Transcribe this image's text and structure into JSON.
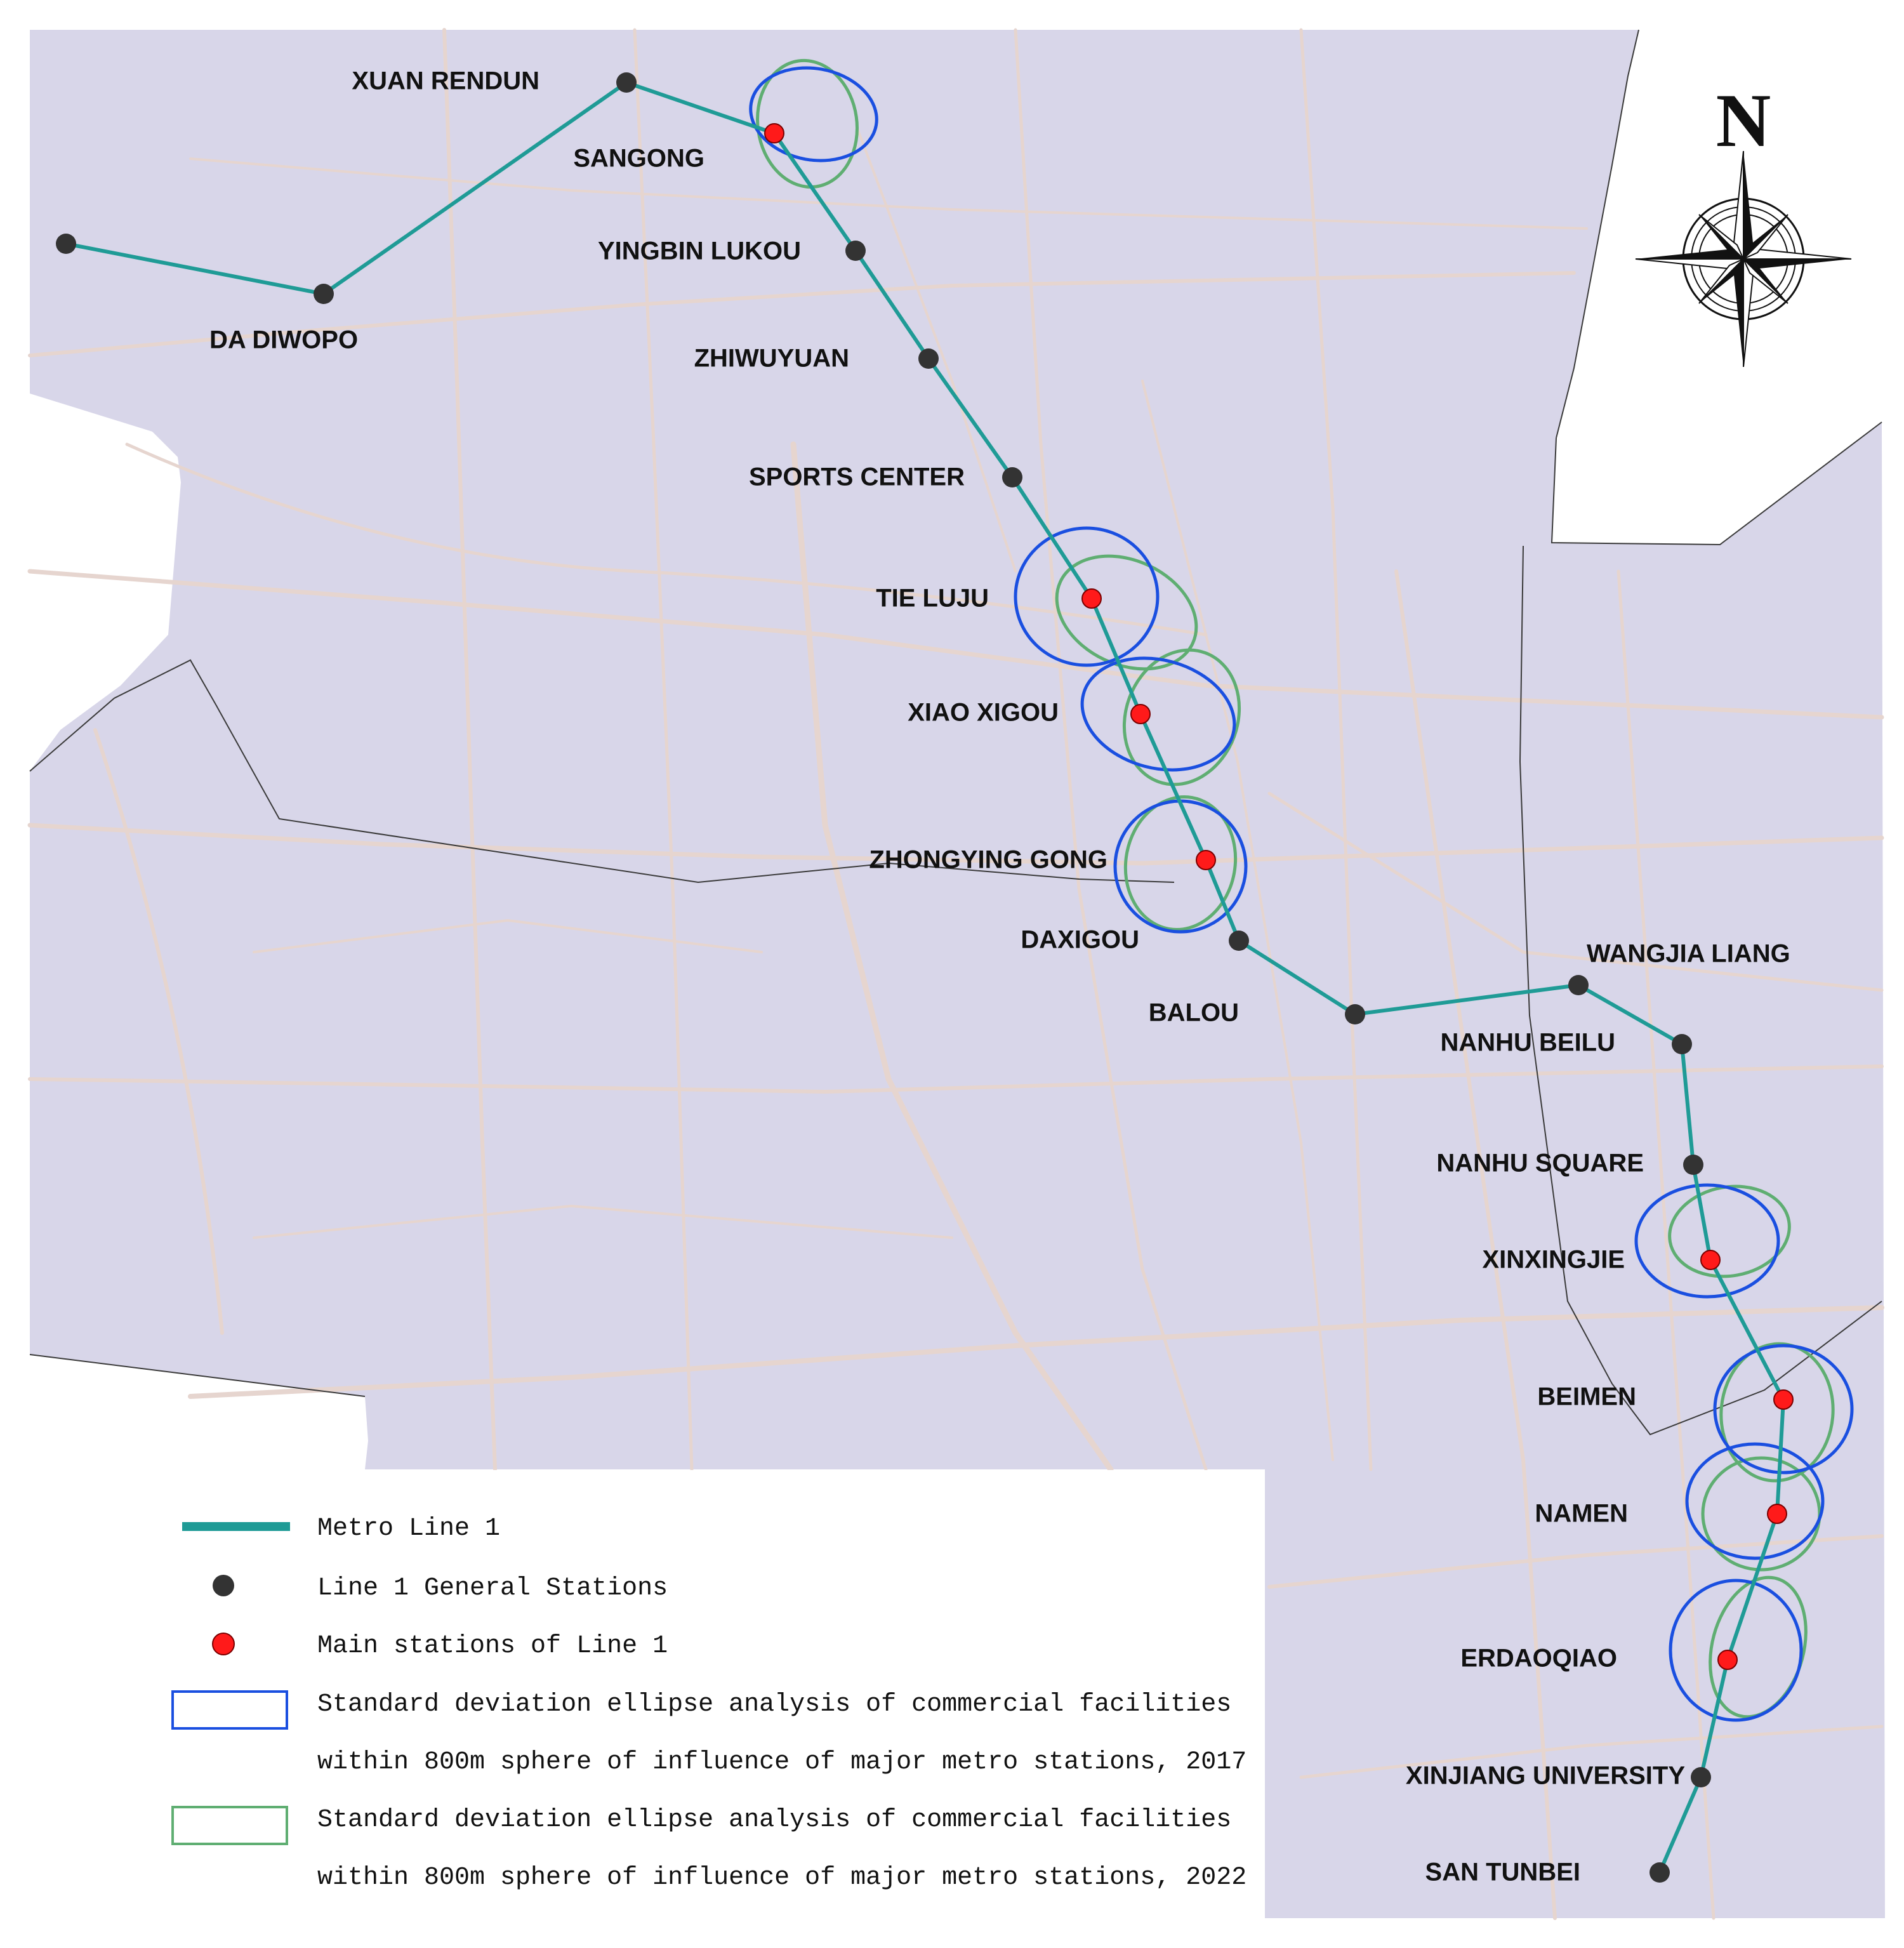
{
  "colors": {
    "background": "#ffffff",
    "land": "#d8d6e9",
    "roads": "#e6d5cf",
    "district_border": "#3a3a3a",
    "metro_line": "#1f9b96",
    "general_station": "#333333",
    "main_station": "#ff1a1a",
    "ellipse_2017": "#1a4fe0",
    "ellipse_2022": "#5fae72"
  },
  "north_arrow": {
    "letter": "N",
    "icon": "compass-rose-icon"
  },
  "stations": [
    {
      "name": "XUAN RENDUN",
      "type": "general"
    },
    {
      "name": "SANGONG",
      "type": "main"
    },
    {
      "name": "YINGBIN LUKOU",
      "type": "general"
    },
    {
      "name": "ZHIWUYUAN",
      "type": "general"
    },
    {
      "name": "SPORTS CENTER",
      "type": "general"
    },
    {
      "name": "TIE LUJU",
      "type": "main"
    },
    {
      "name": "XIAO XIGOU",
      "type": "main"
    },
    {
      "name": "ZHONGYING GONG",
      "type": "main"
    },
    {
      "name": "DAXIGOU",
      "type": "general"
    },
    {
      "name": "BALOU",
      "type": "general"
    },
    {
      "name": "WANGJIA LIANG",
      "type": "general"
    },
    {
      "name": "NANHU BEILU",
      "type": "general"
    },
    {
      "name": "NANHU SQUARE",
      "type": "general"
    },
    {
      "name": "XINXINGJIE",
      "type": "main"
    },
    {
      "name": "BEIMEN",
      "type": "main"
    },
    {
      "name": "NAMEN",
      "type": "main"
    },
    {
      "name": "ERDAOQIAO",
      "type": "main"
    },
    {
      "name": "XINJIANG UNIVERSITY",
      "type": "general"
    },
    {
      "name": "SAN TUNBEI",
      "type": "general"
    },
    {
      "name": "DA DIWOPO",
      "type": "general"
    }
  ],
  "legend": {
    "line": "Metro Line 1",
    "general": "Line 1 General Stations",
    "main": "Main stations of Line 1",
    "e2017_line1": "Standard deviation ellipse analysis of commercial facilities",
    "e2017_line2": "within 800m sphere of influence of major metro stations, 2017",
    "e2022_line1": "Standard deviation ellipse analysis of commercial facilities",
    "e2022_line2": "within 800m sphere of influence of major metro stations, 2022"
  }
}
